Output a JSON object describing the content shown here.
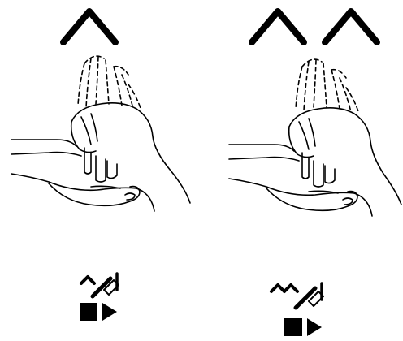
{
  "panels": [
    {
      "id": "single",
      "chevron_count": 1,
      "intensity_level": 1
    },
    {
      "id": "double",
      "chevron_count": 2,
      "intensity_level": 2
    }
  ],
  "icons": {
    "chevron": "chevron-up-icon",
    "hand_spray": "hand-spray-icon",
    "washing_hands": "washing-hands-illustration",
    "stop": "stop-square-icon",
    "play": "play-triangle-icon"
  },
  "colors": {
    "ink": "#000000",
    "background": "#ffffff"
  }
}
